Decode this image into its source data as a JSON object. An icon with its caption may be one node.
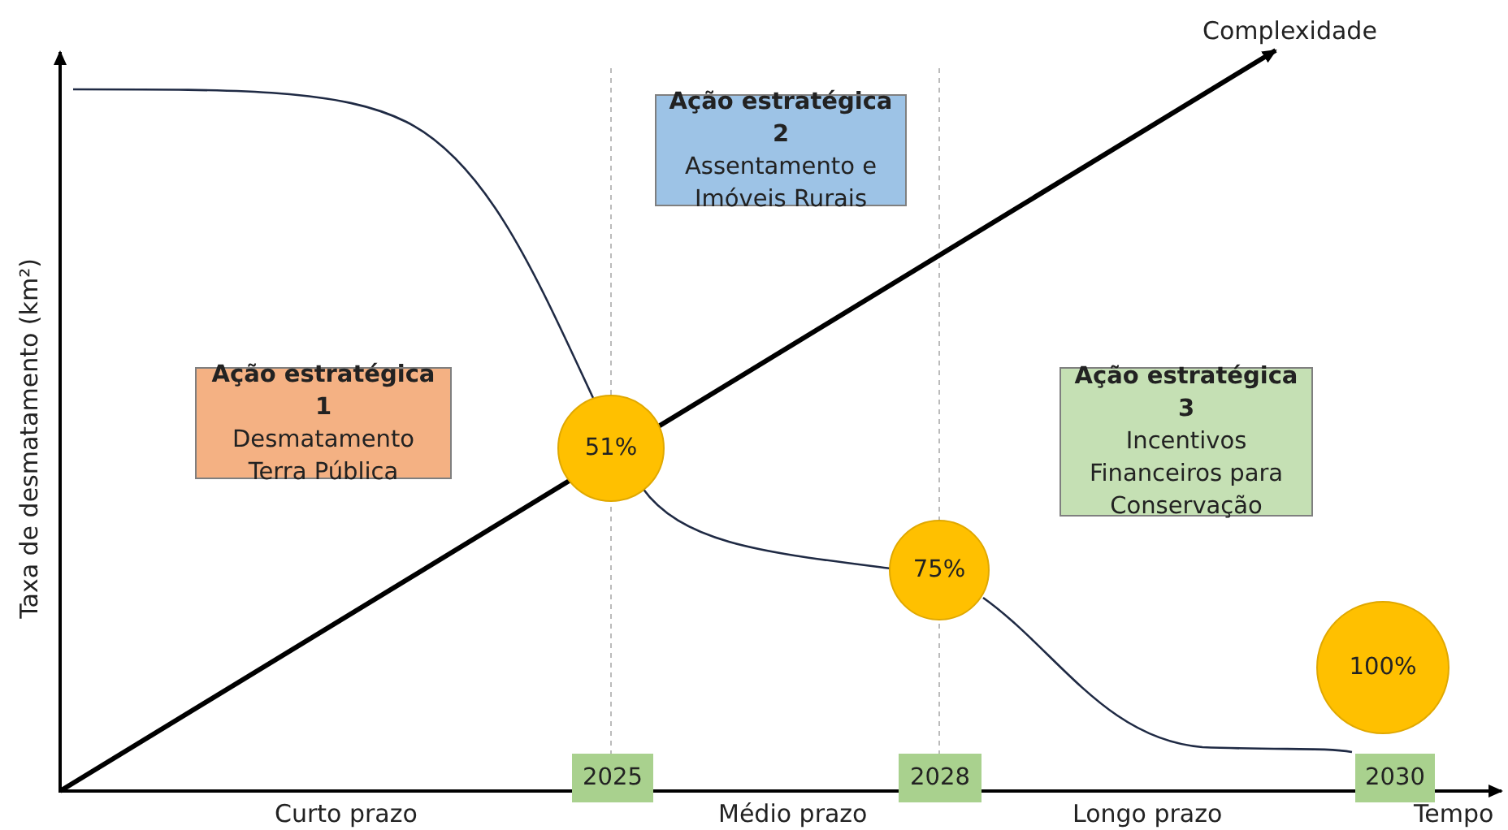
{
  "diagram": {
    "nodes": [
      {
        "text": [
          "Ação estratégica 2",
          "Assentamento e Imóveis Rurais"
        ]
      },
      {
        "text": [
          "Ação estratégica 1",
          "Desmatamento Terra Pública"
        ]
      },
      {
        "text": [
          "Ação estratégica 3",
          "Incentivos Financeiros para Conservação"
        ]
      },
      {
        "text": [
          "51%"
        ]
      },
      {
        "text": [
          "75%"
        ]
      },
      {
        "text": [
          "100%"
        ]
      },
      {
        "text": [
          "2025"
        ]
      },
      {
        "text": [
          "2028"
        ]
      },
      {
        "text": [
          "2030"
        ]
      }
    ],
    "labels": [
      "Complexidade",
      "Taxa de desmatamento (km²)",
      "Curto prazo",
      "Médio prazo",
      "Longo prazo",
      "Tempo"
    ]
  }
}
